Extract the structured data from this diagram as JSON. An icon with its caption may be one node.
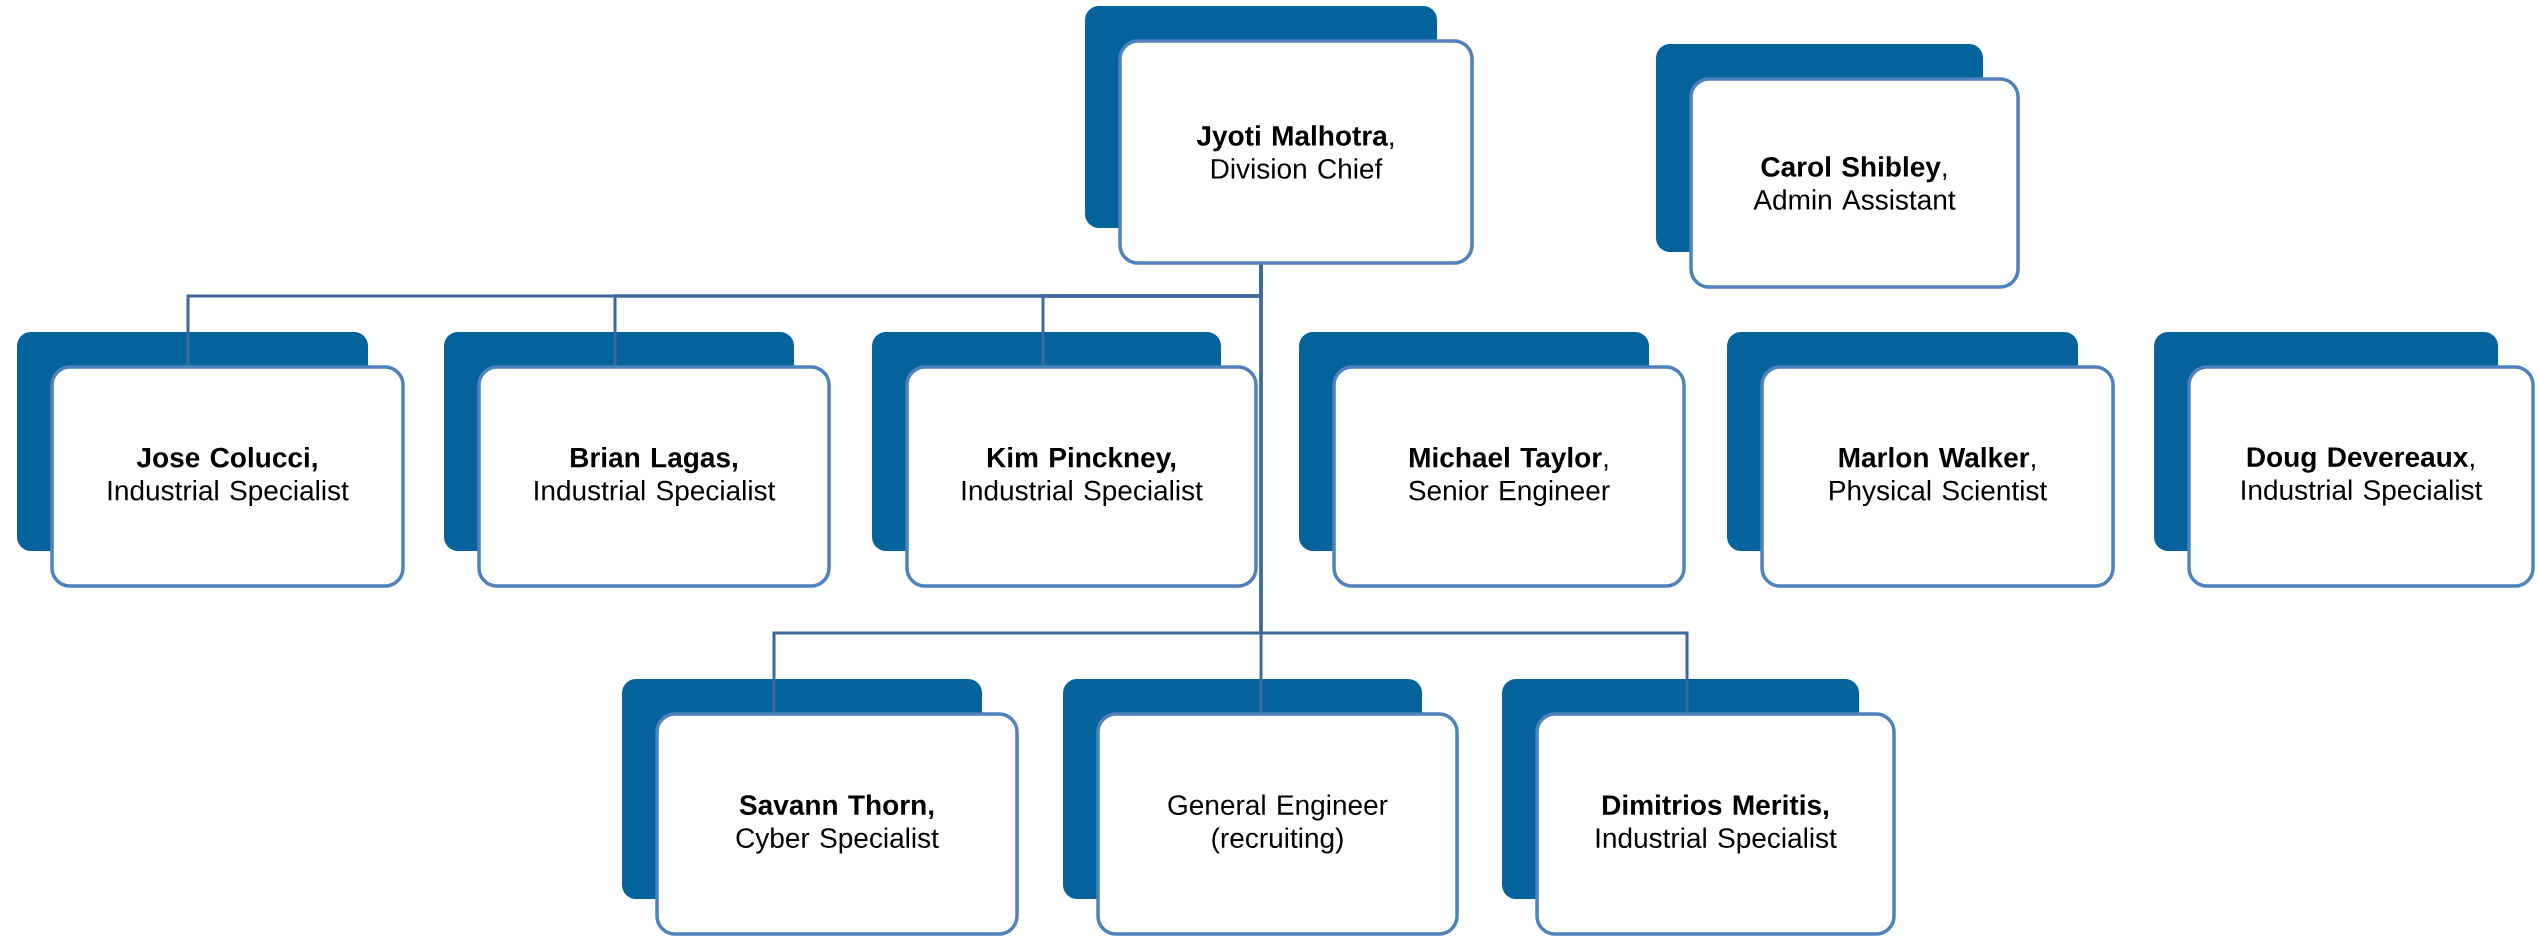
{
  "diagram": {
    "nodes": [
      {
        "text": [
          "**Jyoti Malhotra**,",
          "Division Chief"
        ]
      },
      {
        "text": [
          "**Carol Shibley**,",
          "Admin Assistant"
        ]
      },
      {
        "text": [
          "**Jose Colucci,**",
          "Industrial Specialist"
        ]
      },
      {
        "text": [
          "**Brian Lagas,**",
          "Industrial Specialist"
        ]
      },
      {
        "text": [
          "**Kim Pinckney,**",
          "Industrial Specialist"
        ]
      },
      {
        "text": [
          "**Michael Taylor**,",
          "Senior Engineer"
        ]
      },
      {
        "text": [
          "**Marlon Walker**,",
          "Physical Scientist"
        ]
      },
      {
        "text": [
          "**Doug Devereaux**,",
          "Industrial Specialist"
        ]
      },
      {
        "text": [
          "**Savann Thorn,**",
          "Cyber Specialist"
        ]
      },
      {
        "text": [
          "General Engineer (recruiting)"
        ]
      },
      {
        "text": [
          "**Dimitrios Meritis,**",
          "Industrial Specialist"
        ]
      }
    ],
    "edges": [
      {
        "from": 0,
        "to": 2,
        "arrow": "none"
      },
      {
        "from": 0,
        "to": 3,
        "arrow": "none"
      },
      {
        "from": 0,
        "to": 4,
        "arrow": "none"
      },
      {
        "from": 0,
        "to": 8,
        "arrow": "none"
      },
      {
        "from": 0,
        "to": 9,
        "arrow": "none"
      },
      {
        "from": 0,
        "to": 10,
        "arrow": "none"
      }
    ]
  }
}
